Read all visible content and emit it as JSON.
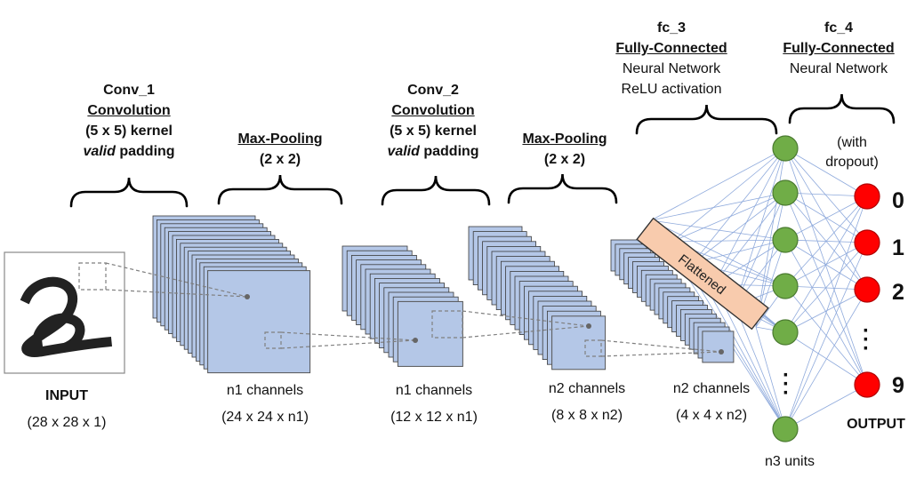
{
  "input": {
    "title": "INPUT",
    "dims": "(28 x 28 x 1)"
  },
  "conv1": {
    "name": "Conv_1",
    "type": "Convolution",
    "kernel": "(5 x 5) kernel",
    "padding_italic": "valid",
    "padding_rest": " padding",
    "channels": "n1 channels",
    "dims": "(24 x 24 x n1)"
  },
  "pool1": {
    "type": "Max-Pooling",
    "size": "(2 x 2)",
    "channels": "n1 channels",
    "dims": "(12 x 12 x n1)"
  },
  "conv2": {
    "name": "Conv_2",
    "type": "Convolution",
    "kernel": "(5 x 5) kernel",
    "padding_italic": "valid",
    "padding_rest": " padding"
  },
  "pool2": {
    "type": "Max-Pooling",
    "size": "(2 x 2)",
    "channels": "n2 channels",
    "dims": "(8 x 8 x n2)"
  },
  "flat": {
    "label": "Flattened",
    "channels": "n2 channels",
    "dims": "(4 x 4 x n2)"
  },
  "fc3": {
    "name": "fc_3",
    "type": "Fully-Connected",
    "line1": "Neural Network",
    "line2": "ReLU activation",
    "units": "n3 units"
  },
  "fc4": {
    "name": "fc_4",
    "type": "Fully-Connected",
    "line1": "Neural Network",
    "dropout1": "(with",
    "dropout2": "dropout)"
  },
  "output": {
    "title": "OUTPUT",
    "labels": [
      "0",
      "1",
      "2",
      "9"
    ]
  },
  "colors": {
    "feature_map": "#b4c7e7",
    "hidden_node": "#70ad47",
    "output_node": "#ff0000",
    "flatten_bar": "#f8cbad",
    "connection": "#8faadc"
  }
}
